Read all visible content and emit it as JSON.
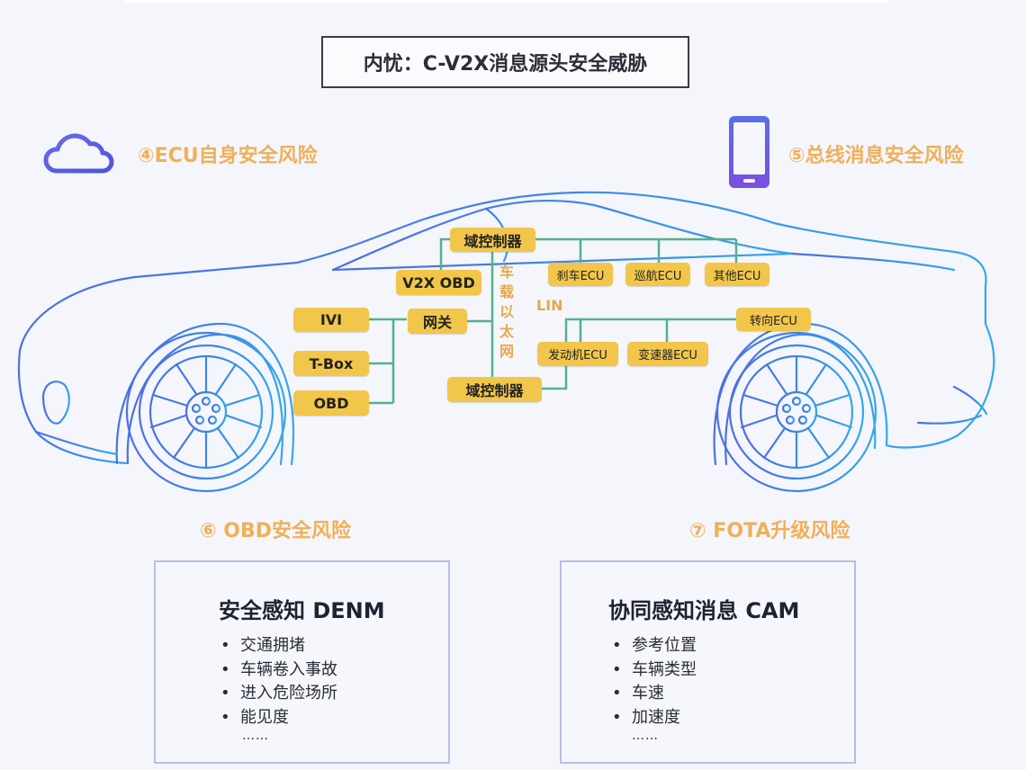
{
  "title": "内忧：C-V2X消息源头安全威胁",
  "risks": {
    "ecu": "④ECU自身安全风险",
    "bus": "⑤总线消息安全风险",
    "obd": "⑥ OBD安全风险",
    "fota": "⑦ FOTA升级风险"
  },
  "icons": {
    "cloud": "cloud-icon",
    "phone": "smartphone-icon"
  },
  "nodes": {
    "domain_top": "域控制器",
    "v2x_obd": "V2X OBD",
    "gateway": "网关",
    "ivi": "IVI",
    "tbox": "T-Box",
    "obd": "OBD",
    "domain_bottom": "域控制器",
    "brake_ecu": "刹车ECU",
    "cruise_ecu": "巡航ECU",
    "other_ecu": "其他ECU",
    "steer_ecu": "转向ECU",
    "engine_ecu": "发动机ECU",
    "trans_ecu": "变速器ECU",
    "ethernet": "车载以太网",
    "lin": "LIN"
  },
  "cards": {
    "denm": {
      "title": "安全感知 DENM",
      "items": [
        "交通拥堵",
        "车辆卷入事故",
        "进入危险场所",
        "能见度"
      ],
      "more": "……"
    },
    "cam": {
      "title": "协同感知消息 CAM",
      "items": [
        "参考位置",
        "车辆类型",
        "车速",
        "加速度"
      ],
      "more": "……"
    }
  },
  "colors": {
    "accent_orange": "#efb05a",
    "chip_yellow": "#f2c64a",
    "network_green": "#57b08a",
    "car_blue": "#4a7fe0",
    "card_border": "#b9bde8"
  }
}
